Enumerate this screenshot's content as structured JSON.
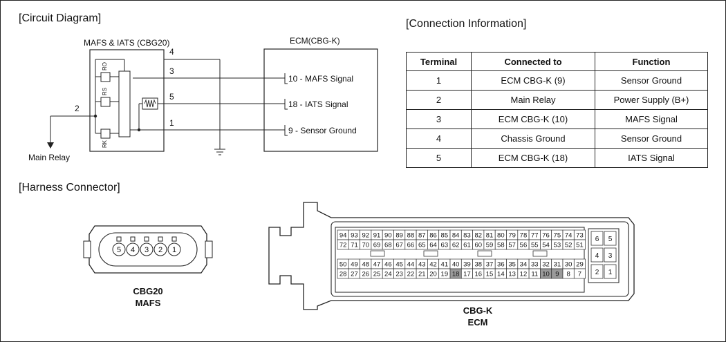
{
  "sections": {
    "circuit_title": "[Circuit Diagram]",
    "connection_title": "[Connection Information]",
    "harness_title": "[Harness Connector]"
  },
  "circuit": {
    "sensor_label": "MAFS & IATS (CBG20)",
    "ecm_label": "ECM(CBG-K)",
    "pins": [
      "4",
      "3",
      "5",
      "1",
      "2"
    ],
    "resistors": [
      "RO",
      "RS",
      "RK"
    ],
    "signals": [
      "10 - MAFS Signal",
      "18 - IATS Signal",
      "9 - Sensor Ground"
    ],
    "main_relay": "Main Relay"
  },
  "connection_table": {
    "headers": [
      "Terminal",
      "Connected to",
      "Function"
    ],
    "rows": [
      [
        "1",
        "ECM CBG-K (9)",
        "Sensor Ground"
      ],
      [
        "2",
        "Main Relay",
        "Power Supply (B+)"
      ],
      [
        "3",
        "ECM CBG-K (10)",
        "MAFS Signal"
      ],
      [
        "4",
        "Chassis Ground",
        "Sensor Ground"
      ],
      [
        "5",
        "ECM CBG-K (18)",
        "IATS Signal"
      ]
    ]
  },
  "harness": {
    "mafs_pins": [
      "5",
      "4",
      "3",
      "2",
      "1"
    ],
    "mafs_caption_1": "CBG20",
    "mafs_caption_2": "MAFS",
    "ecm_caption_1": "CBG-K",
    "ecm_caption_2": "ECM",
    "ecm_rows": [
      [
        "94",
        "93",
        "92",
        "91",
        "90",
        "89",
        "88",
        "87",
        "86",
        "85",
        "84",
        "83",
        "82",
        "81",
        "80",
        "79",
        "78",
        "77",
        "76",
        "75",
        "74",
        "73"
      ],
      [
        "72",
        "71",
        "70",
        "69",
        "68",
        "67",
        "66",
        "65",
        "64",
        "63",
        "62",
        "61",
        "60",
        "59",
        "58",
        "57",
        "56",
        "55",
        "54",
        "53",
        "52",
        "51"
      ],
      [
        "50",
        "49",
        "48",
        "47",
        "46",
        "45",
        "44",
        "43",
        "42",
        "41",
        "40",
        "39",
        "38",
        "37",
        "36",
        "35",
        "34",
        "33",
        "32",
        "31",
        "30",
        "29"
      ],
      [
        "28",
        "27",
        "26",
        "25",
        "24",
        "23",
        "22",
        "21",
        "20",
        "19",
        "18",
        "17",
        "16",
        "15",
        "14",
        "13",
        "12",
        "11",
        "10",
        "9",
        "8",
        "7"
      ]
    ],
    "ecm_highlighted": [
      "18",
      "10",
      "9"
    ],
    "ecm_small_rows": [
      [
        "6",
        "5"
      ],
      [
        "4",
        "3"
      ],
      [
        "2",
        "1"
      ]
    ]
  }
}
